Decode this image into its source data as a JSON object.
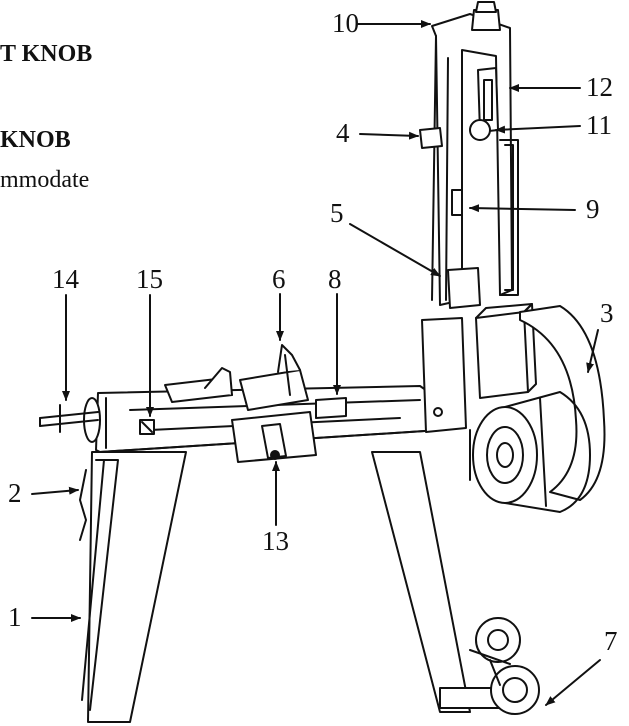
{
  "snippets": {
    "line1": "T KNOB",
    "line2": "KNOB",
    "line3": "mmodate"
  },
  "callouts": [
    "1",
    "2",
    "3",
    "4",
    "5",
    "6",
    "7",
    "8",
    "9",
    "10",
    "11",
    "12",
    "13",
    "14",
    "15"
  ],
  "colors": {
    "ink": "#111111",
    "paper": "#ffffff"
  }
}
